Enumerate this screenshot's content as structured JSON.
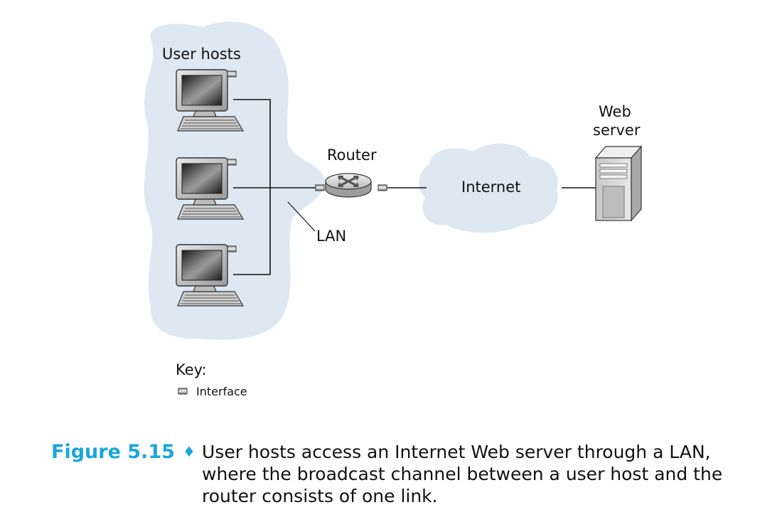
{
  "diagram": {
    "labels": {
      "user_hosts": "User hosts",
      "router": "Router",
      "lan": "LAN",
      "internet": "Internet",
      "web_server_line1": "Web",
      "web_server_line2": "server"
    },
    "key": {
      "title": "Key:",
      "interface": "Interface"
    },
    "colors": {
      "cloud": "#dde8f3",
      "accent": "#1aa6dc",
      "line": "#111111"
    }
  },
  "caption": {
    "figure": "Figure 5.15",
    "separator": "♦",
    "text": "User hosts access an Internet Web server through a LAN, where the broadcast channel between a user host and the router consists of one link."
  }
}
